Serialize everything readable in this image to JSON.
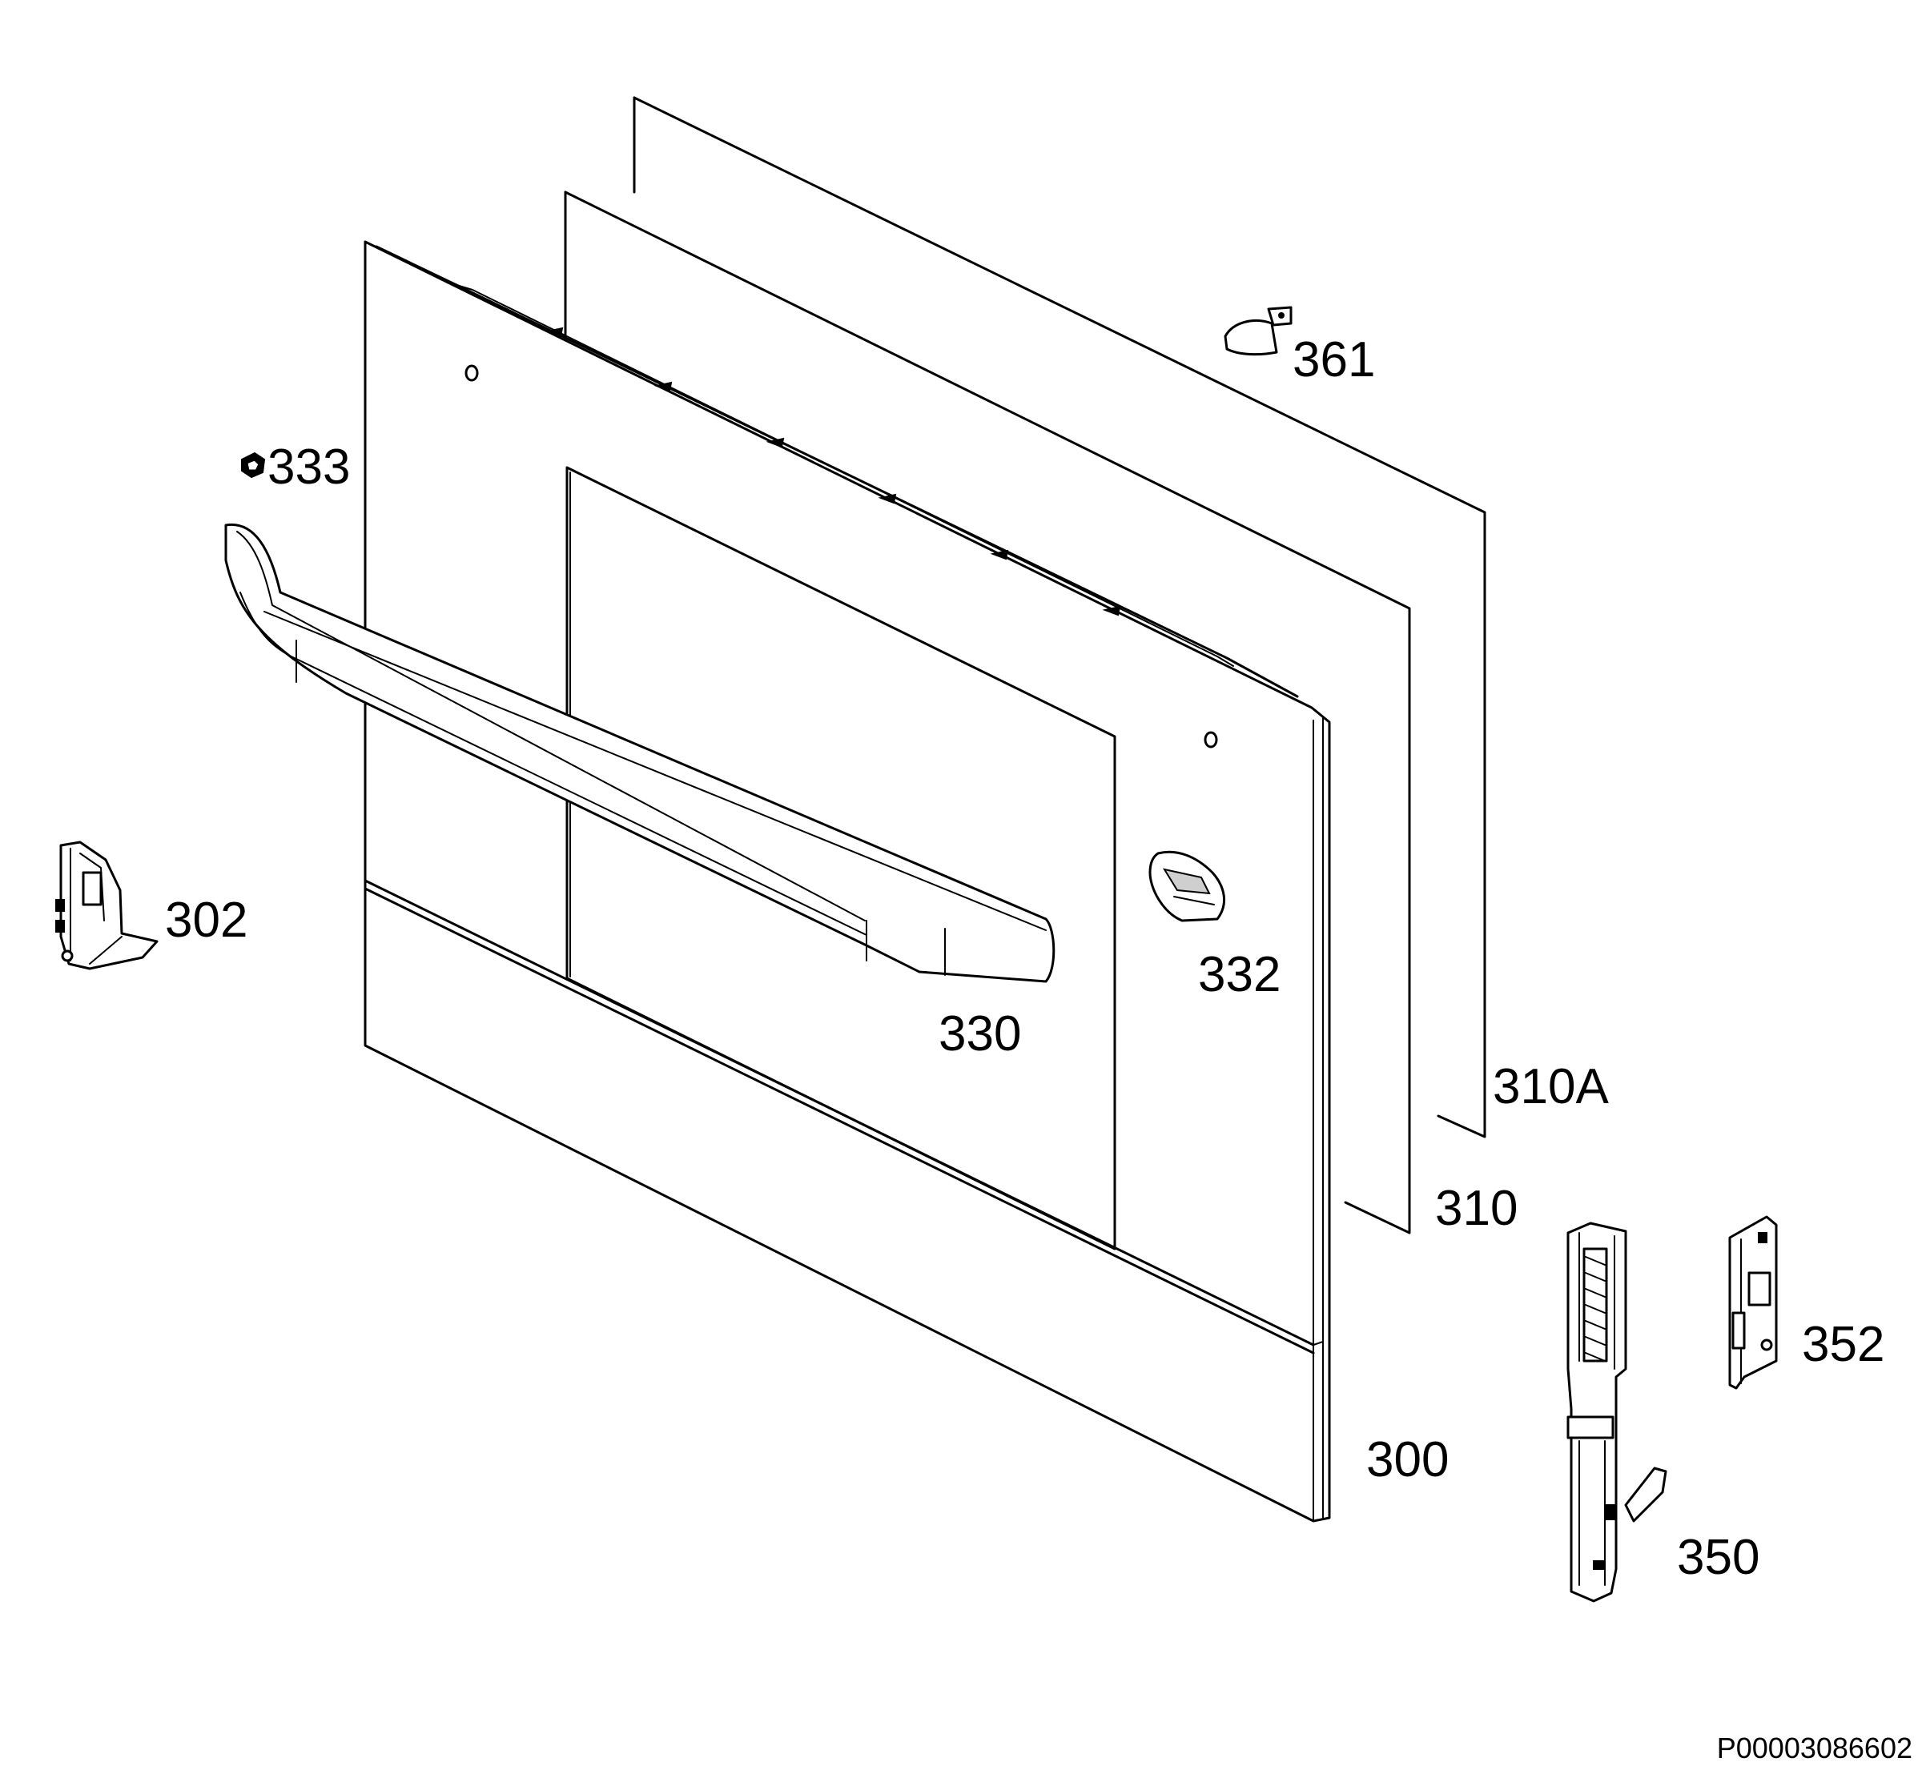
{
  "diagram": {
    "parts": [
      {
        "id": "p300",
        "label": "300"
      },
      {
        "id": "p302",
        "label": "302"
      },
      {
        "id": "p310",
        "label": "310"
      },
      {
        "id": "p310a",
        "label": "310A"
      },
      {
        "id": "p330",
        "label": "330"
      },
      {
        "id": "p332",
        "label": "332"
      },
      {
        "id": "p333",
        "label": "333"
      },
      {
        "id": "p350",
        "label": "350"
      },
      {
        "id": "p352",
        "label": "352"
      },
      {
        "id": "p361",
        "label": "361"
      }
    ],
    "drawing_code": "P00003086602"
  }
}
